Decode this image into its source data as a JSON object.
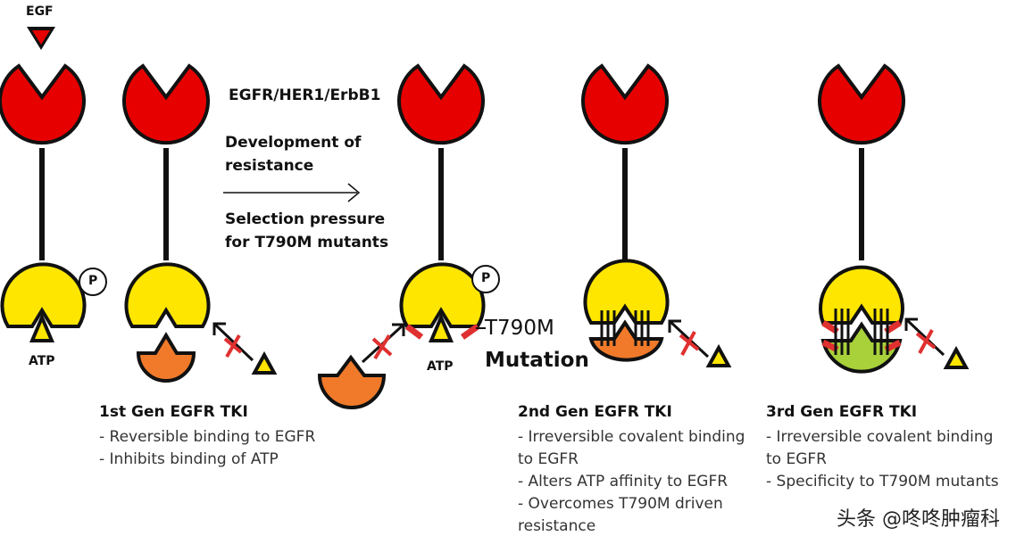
{
  "labels": {
    "egf": "EGF",
    "receptor": "EGFR/HER1/ErbB1",
    "development": [
      "Development of",
      "resistance"
    ],
    "selection": [
      "Selection pressure",
      "for T790M mutants"
    ],
    "atp": "ATP",
    "phospho": "P",
    "t790m": "T790M",
    "mutation": "Mutation"
  },
  "blocks": {
    "gen1": {
      "title": "1st Gen EGFR TKI",
      "lines": [
        "- Reversible binding to EGFR",
        "- Inhibits binding of ATP"
      ]
    },
    "gen2": {
      "title": "2nd Gen EGFR TKI",
      "lines": [
        "- Irreversible covalent binding",
        "to EGFR",
        "- Alters ATP affinity to EGFR",
        "- Overcomes T790M driven",
        "resistance"
      ]
    },
    "gen3": {
      "title": "3rd Gen EGFR TKI",
      "lines": [
        "- Irreversible covalent binding",
        "to EGFR",
        "- Specificity to T790M mutants"
      ]
    }
  },
  "watermark": "头条 @咚咚肿瘤科",
  "colors": {
    "receptor_red": "#e60000",
    "kinase_yellow": "#ffe600",
    "inhibitor_orange": "#f07a2a",
    "third_gen_green": "#a8d13a",
    "cross_red": "#e03030"
  }
}
